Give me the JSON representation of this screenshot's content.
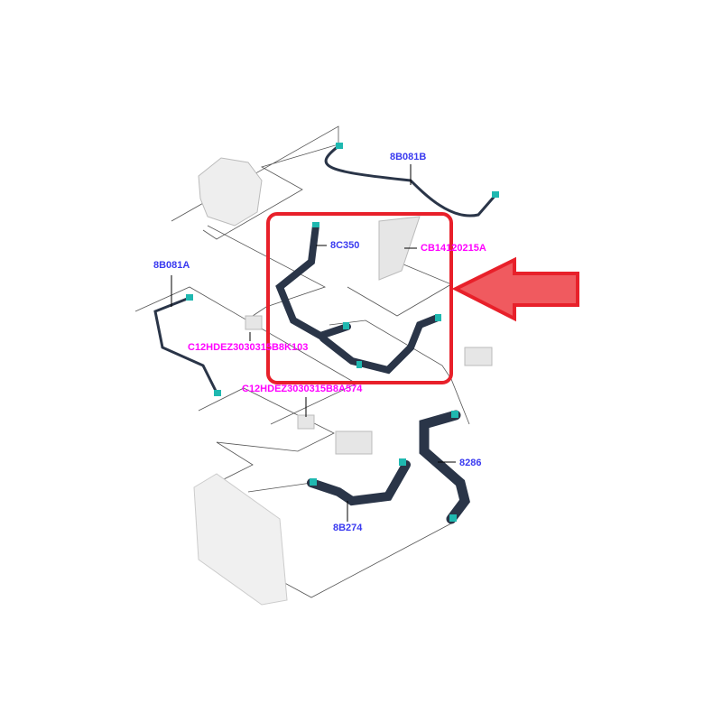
{
  "parts": [
    {
      "id": "8B081B",
      "color": "#3a3af0"
    },
    {
      "id": "8C350",
      "color": "#3a3af0"
    },
    {
      "id": "CB14120215A",
      "color": "#ff00ff"
    },
    {
      "id": "8B081A",
      "color": "#3a3af0"
    },
    {
      "id": "C12HDEZ3030315B8K103",
      "color": "#ff00ff"
    },
    {
      "id": "C12HDEZ3030315B8A574",
      "color": "#ff00ff"
    },
    {
      "id": "8286",
      "color": "#3a3af0"
    },
    {
      "id": "8B274",
      "color": "#3a3af0"
    }
  ],
  "highlight_color": "#e8202a",
  "arrow_color": "#f05a5f",
  "hose_color": "#2a3548",
  "clamp_color": "#1fb8b0"
}
